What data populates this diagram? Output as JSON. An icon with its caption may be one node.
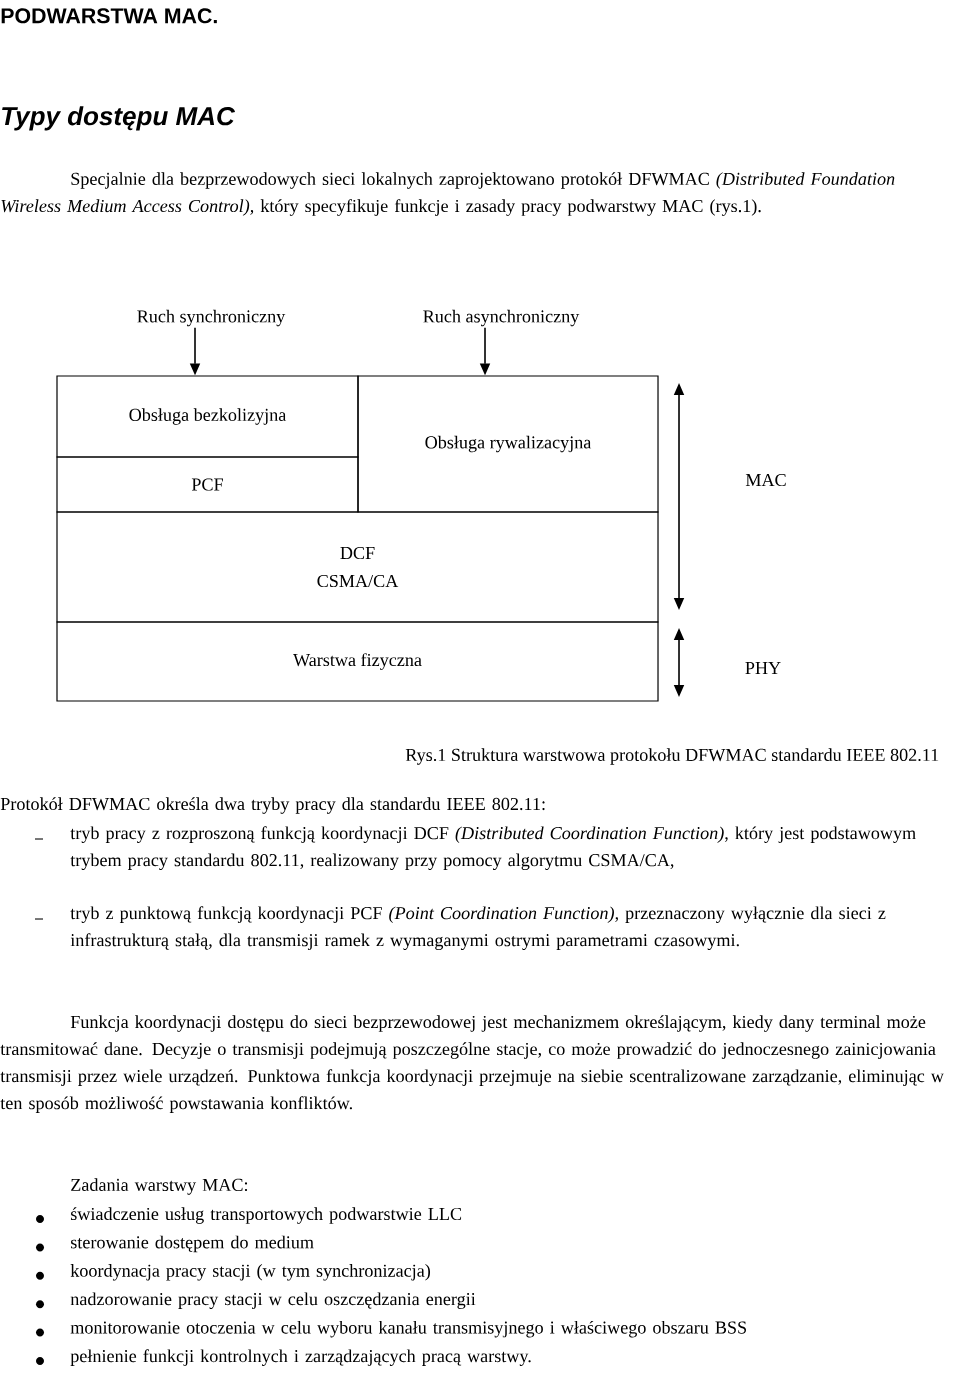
{
  "diagram": {
    "title": "PODWARSTWA MAC.",
    "caption": "Rys.1 Struktura warstwowa protokołu DFWMAC standardu IEEE 802.11",
    "nodes": [
      {
        "text": [
          "Ruch synchroniczny"
        ]
      },
      {
        "text": [
          "Ruch asynchroniczny"
        ]
      },
      {
        "text": [
          "Obsługa bezkolizyjna"
        ]
      },
      {
        "text": [
          "PCF"
        ]
      },
      {
        "text": [
          "Obsługa rywalizacyjna"
        ]
      },
      {
        "text": [
          "DCF",
          "CSMA/CA"
        ]
      },
      {
        "text": [
          "Warstwa fizyczna"
        ]
      }
    ],
    "edges": [
      {
        "from": 0,
        "to": 2,
        "arrow": "to"
      },
      {
        "from": 1,
        "to": 4,
        "arrow": "to"
      }
    ],
    "labels": [
      "Typy dostępu MAC",
      "Specjalnie dla bezprzewodowych sieci lokalnych zaprojektowano protokół DFWMAC *(Distributed Foundation Wireless Medium Access Control),* który specyfikuje funkcje i zasady pracy podwarstwy MAC (rys.1).",
      "MAC",
      "PHY",
      "Protokół DFWMAC określa dwa tryby pracy dla standardu IEEE 802.11:",
      "tryb pracy z rozproszoną funkcją koordynacji DCF *(Distributed Coordination Function)*, który jest podstawowym trybem pracy standardu 802.11, realizowany przy pomocy algorytmu CSMA/CA,",
      "tryb z punktową funkcją koordynacji PCF *(Point Coordination Function),* przeznaczony wyłącznie dla sieci z infrastrukturą stałą, dla transmisji ramek z wymaganymi ostrymi parametrami czasowymi.",
      "Funkcja koordynacji dostępu do sieci bezprzewodowej jest mechanizmem określającym, kiedy dany terminal może transmitować dane. Decyzje o transmisji podejmują poszczególne stacje, co może prowadzić do jednoczesnego zainicjowania transmisji przez wiele urządzeń. Punktowa funkcja koordynacji przejmuje na siebie scentralizowane zarządzanie, eliminując w ten sposób możliwość powstawania konfliktów.",
      "Zadania warstwy MAC:",
      "świadczenie usług transportowych podwarstwie LLC",
      "sterowanie dostępem do medium",
      "koordynacja pracy stacji (w tym synchronizacja)",
      "nadzorowanie pracy stacji w celu oszczędzania energii",
      "monitorowanie otoczenia w celu wyboru kanału transmisyjnego i właściwego obszaru BSS",
      "pełnienie funkcji kontrolnych i zarządzających pracą warstwy."
    ]
  }
}
